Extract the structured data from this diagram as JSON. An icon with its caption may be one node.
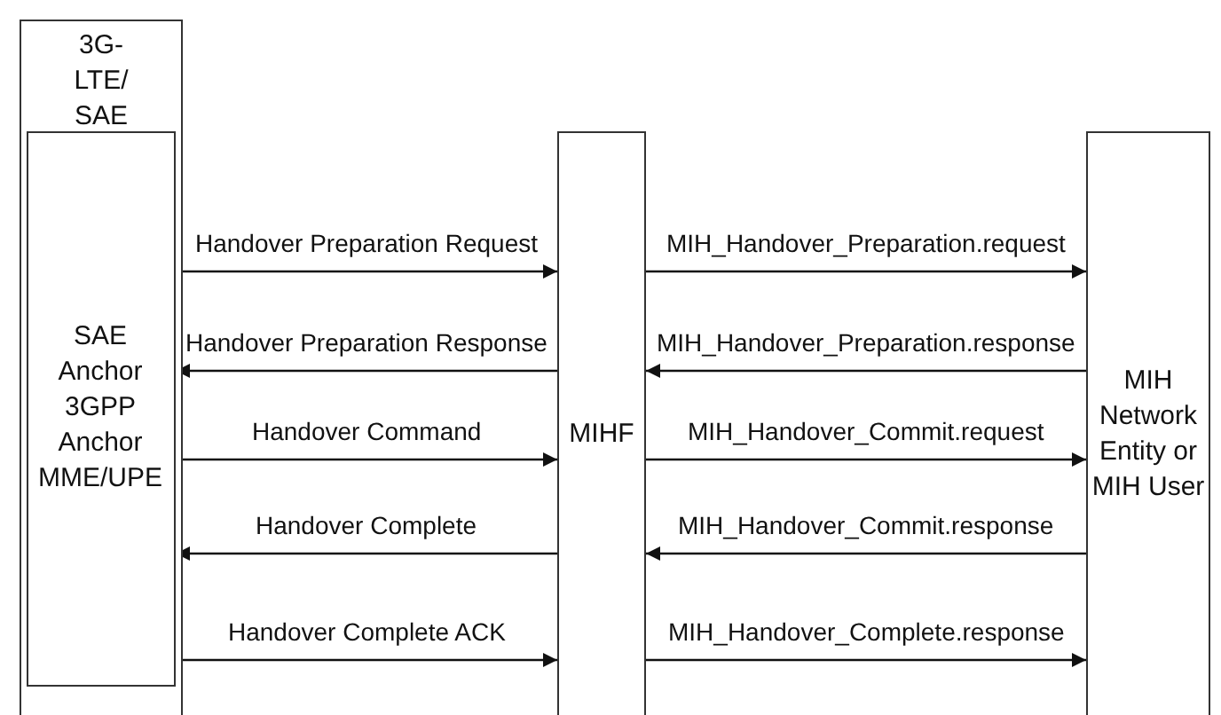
{
  "diagram": {
    "nodes": [
      {
        "text": [
          "3G-LTE/ SAE"
        ]
      },
      {
        "text": [
          "SAE Anchor 3GPP Anchor MME/UPE"
        ],
        "in": 0
      },
      {
        "text": [
          "MIHF"
        ]
      },
      {
        "text": [
          "MIH Network Entity or MIH User"
        ]
      }
    ],
    "edges": [
      {
        "from": 1,
        "to": 2,
        "arrow": "to",
        "label": "Handover Preparation Request"
      },
      {
        "from": 2,
        "to": 1,
        "arrow": "to",
        "label": "Handover Preparation Response"
      },
      {
        "from": 1,
        "to": 2,
        "arrow": "to",
        "label": "Handover Command"
      },
      {
        "from": 2,
        "to": 1,
        "arrow": "to",
        "label": "Handover Complete"
      },
      {
        "from": 1,
        "to": 2,
        "arrow": "to",
        "label": "Handover Complete ACK"
      },
      {
        "from": 2,
        "to": 3,
        "arrow": "to",
        "label": "MIH_Handover_Preparation.request"
      },
      {
        "from": 3,
        "to": 2,
        "arrow": "to",
        "label": "MIH_Handover_Preparation.response"
      },
      {
        "from": 2,
        "to": 3,
        "arrow": "to",
        "label": "MIH_Handover_Commit.request"
      },
      {
        "from": 3,
        "to": 2,
        "arrow": "to",
        "label": "MIH_Handover_Commit.response"
      },
      {
        "from": 2,
        "to": 3,
        "arrow": "to",
        "label": "MIH_Handover_Complete.response"
      }
    ]
  }
}
